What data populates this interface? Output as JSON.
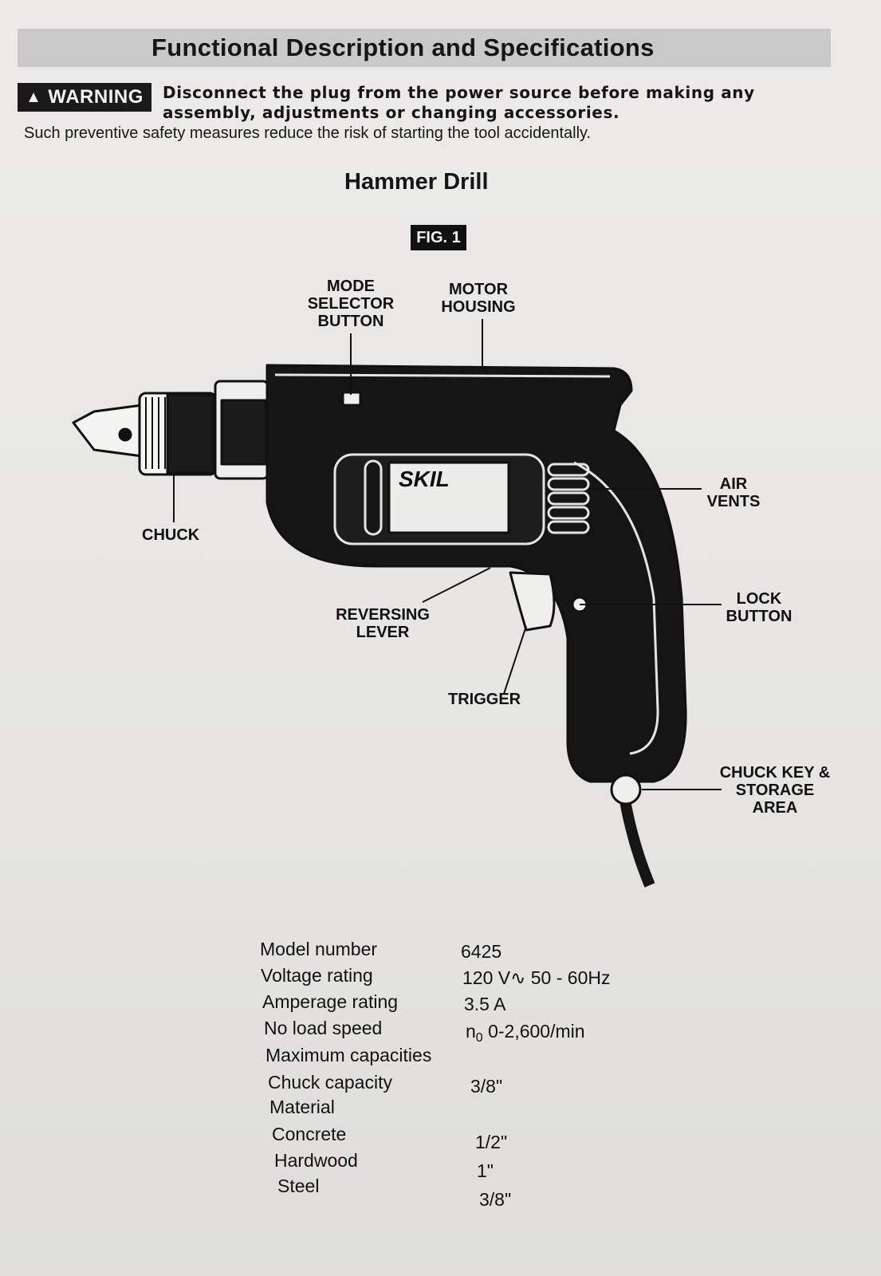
{
  "header": {
    "title": "Functional Description and Specifications"
  },
  "warning": {
    "badge_label": "WARNING",
    "icon": "warning-triangle-icon",
    "lead_text": "Disconnect the plug from the power source before making any assembly, adjustments or changing accessories.",
    "tail_text": "Such preventive safety measures reduce the risk of starting the tool accidentally."
  },
  "figure": {
    "subtitle": "Hammer Drill",
    "fig_label": "FIG. 1",
    "brand": "SKIL",
    "callouts": {
      "mode_selector": "MODE SELECTOR BUTTON",
      "motor_housing": "MOTOR HOUSING",
      "chuck": "CHUCK",
      "air_vents": "AIR VENTS",
      "lock_button": "LOCK BUTTON",
      "reversing_lever": "REVERSING LEVER",
      "trigger": "TRIGGER",
      "chuck_key": "CHUCK KEY & STORAGE AREA"
    }
  },
  "specs": {
    "rows": [
      {
        "label": "Model number",
        "value": "6425"
      },
      {
        "label": "Voltage rating",
        "value": "120 V∿ 50 - 60Hz"
      },
      {
        "label": "Amperage rating",
        "value": "3.5 A"
      },
      {
        "label": "No load speed",
        "value_prefix": "n",
        "value_sub": "0",
        "value": "0-2,600/min"
      },
      {
        "label": "Maximum capacities",
        "value": ""
      },
      {
        "label": "Chuck capacity",
        "value": "3/8\""
      },
      {
        "label": "Material",
        "value": ""
      },
      {
        "label": "Concrete",
        "value": "1/2\""
      },
      {
        "label": "Hardwood",
        "value": "1\""
      },
      {
        "label": "Steel",
        "value": "3/8\""
      }
    ]
  }
}
